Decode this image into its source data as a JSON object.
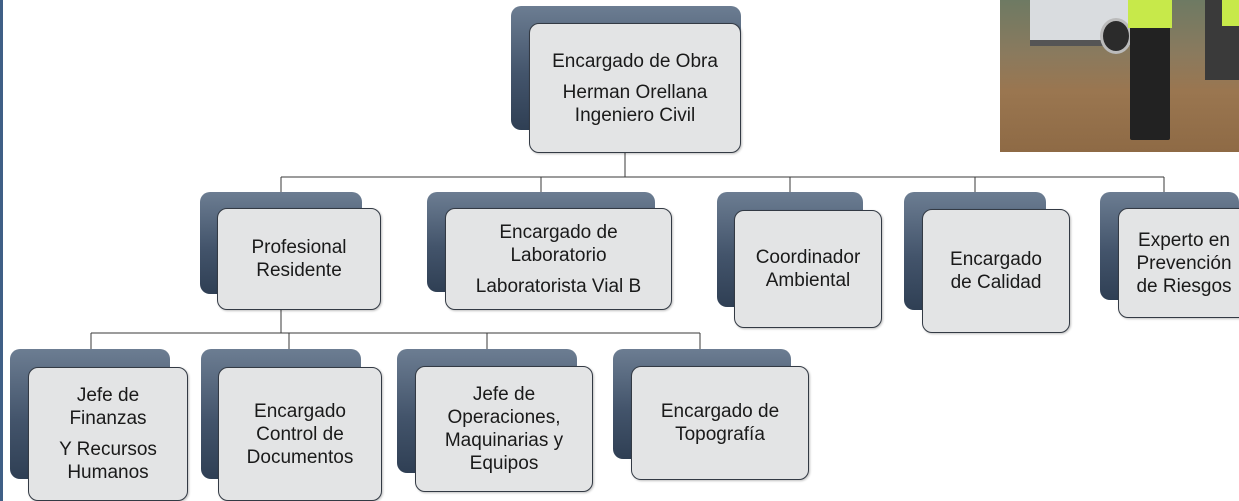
{
  "org_chart": {
    "root": {
      "title": "Encargado de Obra",
      "name": "Herman Orellana",
      "role": "Ingeniero Civil"
    },
    "level2": [
      {
        "lines": [
          "Profesional",
          "Residente"
        ]
      },
      {
        "lines": [
          "Encargado de",
          "Laboratorio"
        ],
        "sub": "Laboratorista Vial B"
      },
      {
        "lines": [
          "Coordinador",
          "Ambiental"
        ]
      },
      {
        "lines": [
          "Encargado",
          "de Calidad"
        ]
      },
      {
        "lines": [
          "Experto en",
          "Prevención",
          "de Riesgos"
        ]
      }
    ],
    "level3": [
      {
        "lines": [
          "Jefe de",
          "Finanzas"
        ],
        "sub": [
          "Y Recursos",
          "Humanos"
        ]
      },
      {
        "lines": [
          "Encargado",
          "Control de",
          "Documentos"
        ]
      },
      {
        "lines": [
          "Jefe de",
          "Operaciones,",
          "Maquinarias y",
          "Equipos"
        ]
      },
      {
        "lines": [
          "Encargado de",
          "Topografía"
        ]
      }
    ]
  },
  "colors": {
    "box_back": "#43546b",
    "box_front": "#e3e4e5",
    "connector": "#3a3a3a",
    "left_rule": "#3f5f86"
  }
}
